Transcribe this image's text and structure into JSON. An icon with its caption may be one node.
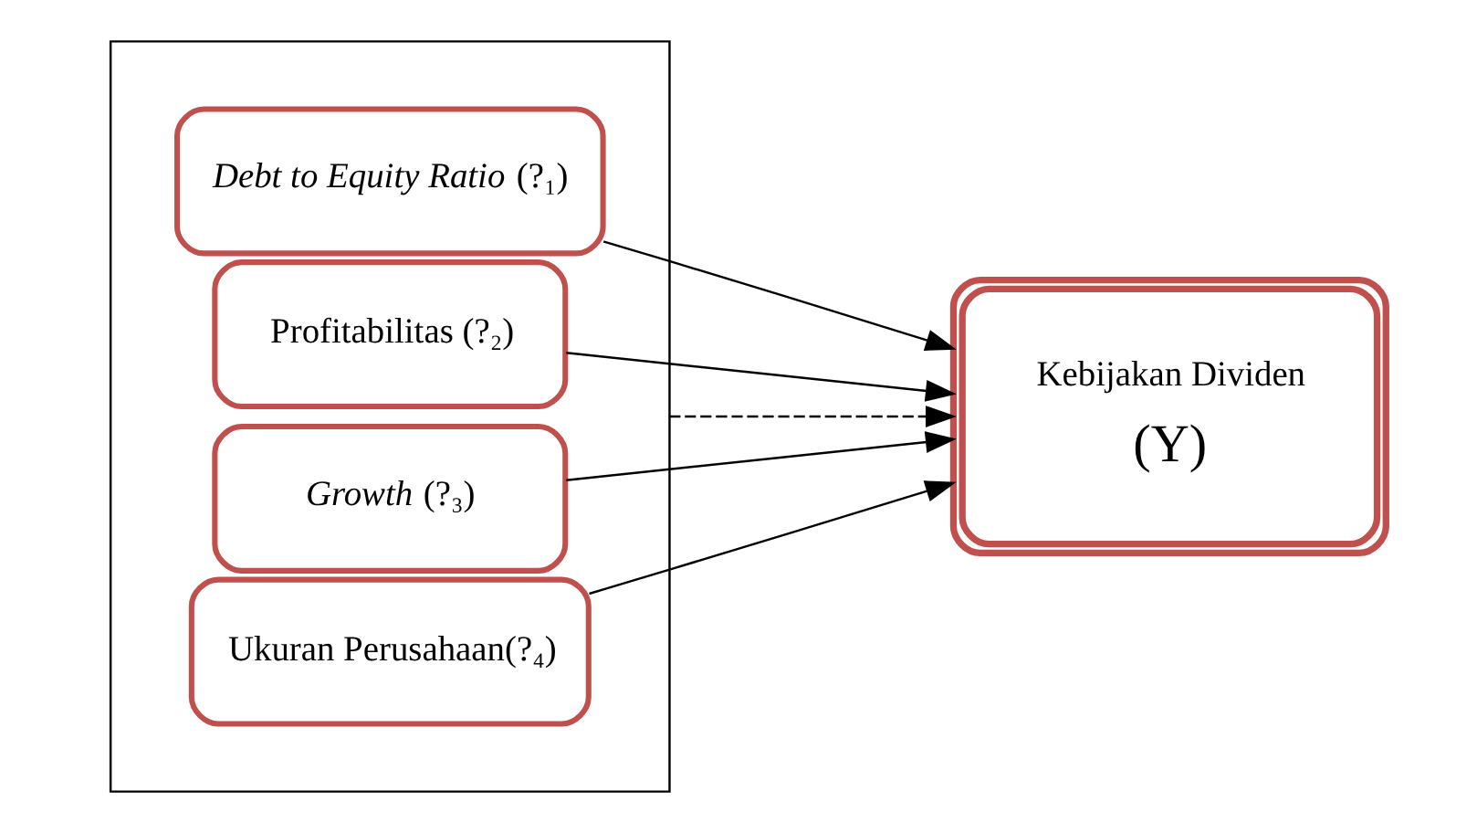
{
  "diagram": {
    "nodes": [
      {
        "text": [],
        "shape": "box"
      },
      {
        "text": [
          "*Debt to Equity Ratio* (?₁)"
        ],
        "in": 0
      },
      {
        "text": [
          "Profitabilitas (?₂)"
        ],
        "in": 0
      },
      {
        "text": [
          "*Growth* (?₃)"
        ],
        "in": 0
      },
      {
        "text": [
          "Ukuran Perusahaan(?₄)"
        ],
        "in": 0
      },
      {
        "text": [
          "Kebijakan Dividen",
          "(Y)"
        ]
      }
    ],
    "edges": [
      {
        "from": 1,
        "to": 5,
        "arrow": "to"
      },
      {
        "from": 2,
        "to": 5,
        "arrow": "to"
      },
      {
        "from": 0,
        "to": 5,
        "arrow": "to",
        "style": "dashed"
      },
      {
        "from": 3,
        "to": 5,
        "arrow": "to"
      },
      {
        "from": 4,
        "to": 5,
        "arrow": "to"
      }
    ]
  }
}
